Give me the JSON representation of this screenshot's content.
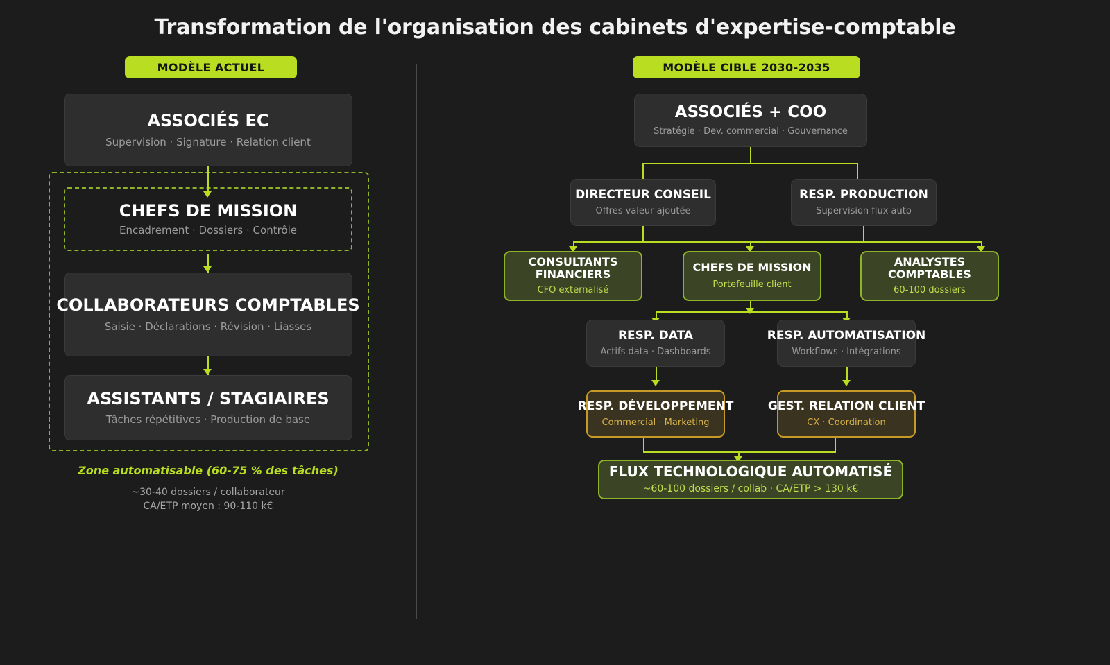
{
  "title": "Transformation de l'organisation des cabinets d'expertise-comptable",
  "colors": {
    "background": "#1c1c1c",
    "accent_green": "#b9dd21",
    "node_dark": "#2e2e2e",
    "node_green_fill": "#3b4526",
    "node_green_border": "#8fb326",
    "node_orange_fill": "#3a3320",
    "node_orange_border": "#c79a28",
    "divider": "#4a4a4a"
  },
  "left": {
    "pill": "MODÈLE ACTUEL",
    "nodes": [
      {
        "title": "ASSOCIÉS EC",
        "sub": "Supervision · Signature · Relation client"
      },
      {
        "title": "CHEFS DE MISSION",
        "sub": "Encadrement · Dossiers · Contrôle"
      },
      {
        "title": "COLLABORATEURS COMPTABLES",
        "sub": "Saisie · Déclarations · Révision · Liasses"
      },
      {
        "title": "ASSISTANTS / STAGIAIRES",
        "sub": "Tâches répétitives · Production de base"
      }
    ],
    "zone_label": "Zone automatisable (60-75 % des tâches)",
    "metrics": [
      "~30-40 dossiers / collaborateur",
      "CA/ETP moyen : 90-110 k€"
    ]
  },
  "right": {
    "pill": "MODÈLE CIBLE 2030-2035",
    "nodes": [
      {
        "title": "ASSOCIÉS + COO",
        "sub": "Stratégie · Dev. commercial · Gouvernance"
      },
      {
        "title": "DIRECTEUR CONSEIL",
        "sub": "Offres valeur ajoutée"
      },
      {
        "title": "RESP. PRODUCTION",
        "sub": "Supervision flux auto"
      },
      {
        "title": "CONSULTANTS FINANCIERS",
        "sub": "CFO externalisé"
      },
      {
        "title": "CHEFS DE MISSION",
        "sub": "Portefeuille client"
      },
      {
        "title": "ANALYSTES COMPTABLES",
        "sub": "60-100 dossiers"
      },
      {
        "title": "RESP. DATA",
        "sub": "Actifs data · Dashboards"
      },
      {
        "title": "RESP. AUTOMATISATION",
        "sub": "Workflows · Intégrations"
      },
      {
        "title": "RESP. DÉVELOPPEMENT",
        "sub": "Commercial · Marketing"
      },
      {
        "title": "GEST. RELATION CLIENT",
        "sub": "CX · Coordination"
      },
      {
        "title": "FLUX TECHNOLOGIQUE AUTOMATISÉ",
        "sub": "~60-100 dossiers / collab · CA/ETP > 130 k€"
      }
    ]
  }
}
